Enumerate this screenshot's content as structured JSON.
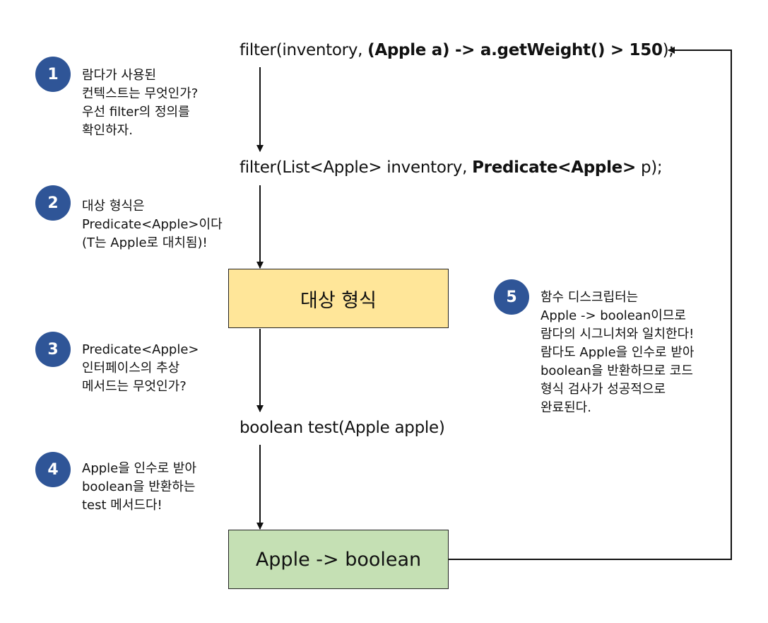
{
  "code": {
    "line1": {
      "pre": "filter(inventory, ",
      "bold": "(Apple a) -> a.getWeight() > 150",
      "post": ");"
    },
    "line2": {
      "pre": "filter(List<Apple> inventory, ",
      "bold": "Predicate<Apple>",
      "post": " p);"
    },
    "line3": "boolean test(Apple apple)"
  },
  "boxes": {
    "target": "대상 형식",
    "lambda": "Apple -> boolean"
  },
  "steps": [
    {
      "num": "1",
      "text": "람다가 사용된\n컨텍스트는 무엇인가?\n우선 filter의 정의를\n확인하자."
    },
    {
      "num": "2",
      "text": "대상 형식은\nPredicate<Apple>이다\n(T는 Apple로 대치됨)!"
    },
    {
      "num": "3",
      "text": "Predicate<Apple>\n인터페이스의 추상\n메서드는 무엇인가?"
    },
    {
      "num": "4",
      "text": "Apple을 인수로 받아\nboolean을 반환하는\ntest 메서드다!"
    },
    {
      "num": "5",
      "text": "함수 디스크립터는\nApple -> boolean이므로\n람다의 시그니처와 일치한다!\n람다도 Apple을 인수로 받아\nboolean을 반환하므로 코드\n형식 검사가 성공적으로\n완료된다."
    }
  ],
  "colors": {
    "circle": "#2f5597",
    "target_box": "#ffe699",
    "lambda_box": "#c5e0b4"
  }
}
